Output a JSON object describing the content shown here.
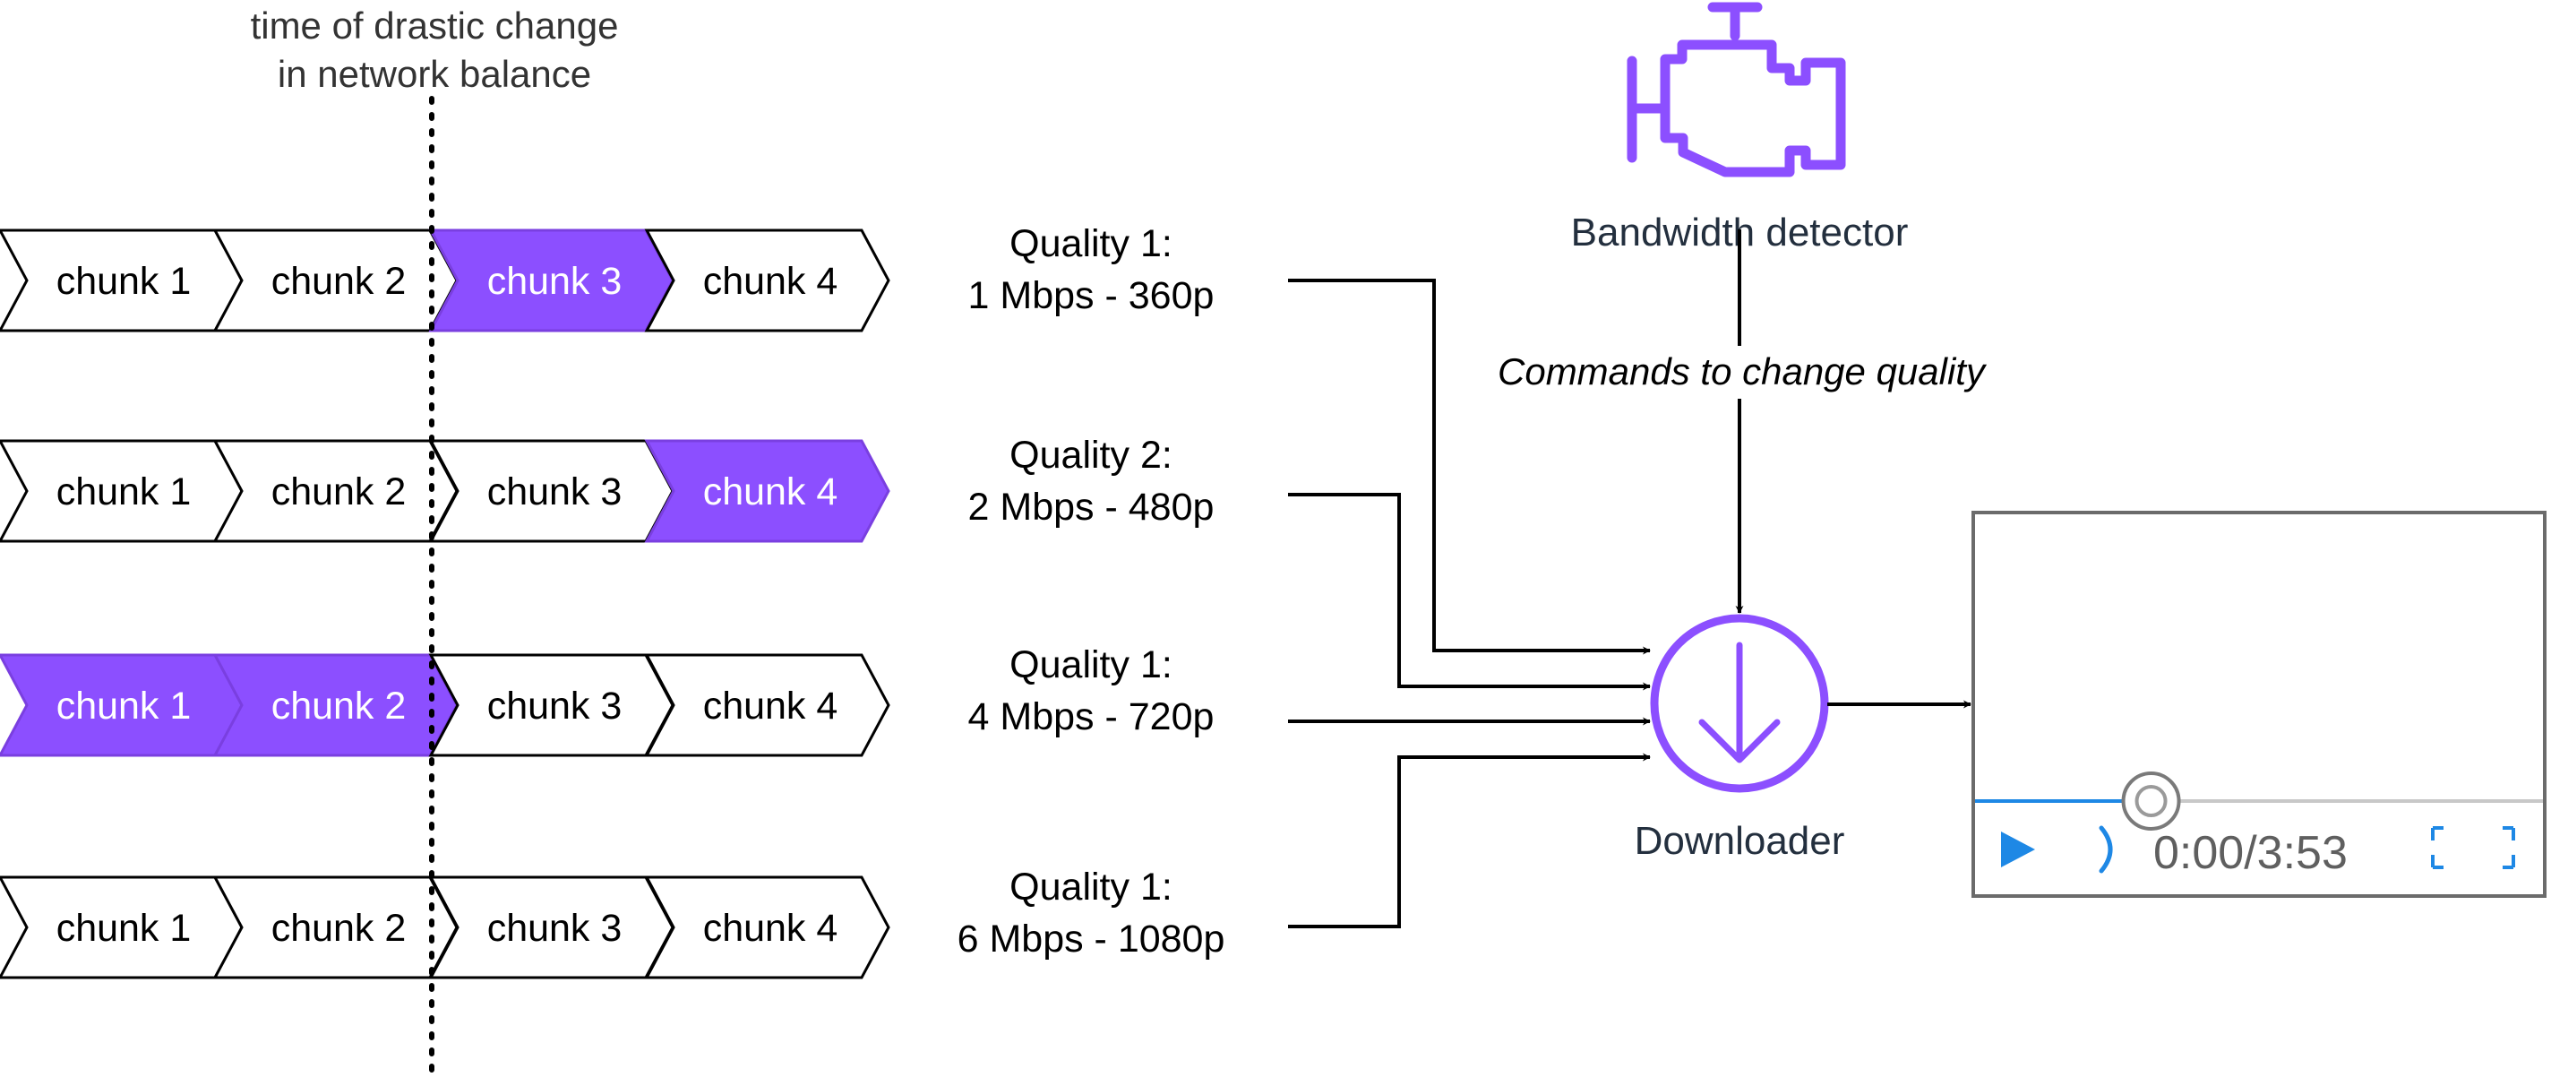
{
  "annotation": {
    "line1": "time of drastic change",
    "line2": "in network balance"
  },
  "colors": {
    "accent": "#8C4FFF",
    "stroke": "#000000",
    "text_dark": "#232F3E",
    "player_blue": "#1E88E5",
    "player_gray": "#5F5F5F"
  },
  "streams": [
    {
      "quality_line1": "Quality 1:",
      "quality_line2": "1 Mbps - 360p",
      "chunks": [
        {
          "label": "chunk 1",
          "highlighted": false
        },
        {
          "label": "chunk 2",
          "highlighted": false
        },
        {
          "label": "chunk 3",
          "highlighted": true
        },
        {
          "label": "chunk 4",
          "highlighted": false
        }
      ]
    },
    {
      "quality_line1": "Quality 2:",
      "quality_line2": "2 Mbps - 480p",
      "chunks": [
        {
          "label": "chunk 1",
          "highlighted": false
        },
        {
          "label": "chunk 2",
          "highlighted": false
        },
        {
          "label": "chunk 3",
          "highlighted": false
        },
        {
          "label": "chunk 4",
          "highlighted": true
        }
      ]
    },
    {
      "quality_line1": "Quality 1:",
      "quality_line2": "4 Mbps - 720p",
      "chunks": [
        {
          "label": "chunk 1",
          "highlighted": true
        },
        {
          "label": "chunk 2",
          "highlighted": true
        },
        {
          "label": "chunk 3",
          "highlighted": false
        },
        {
          "label": "chunk 4",
          "highlighted": false
        }
      ]
    },
    {
      "quality_line1": "Quality 1:",
      "quality_line2": "6 Mbps - 1080p",
      "chunks": [
        {
          "label": "chunk 1",
          "highlighted": false
        },
        {
          "label": "chunk 2",
          "highlighted": false
        },
        {
          "label": "chunk 3",
          "highlighted": false
        },
        {
          "label": "chunk 4",
          "highlighted": false
        }
      ]
    }
  ],
  "bandwidth_detector": {
    "label": "Bandwidth detector",
    "icon": "engine-icon"
  },
  "commands_label": "Commands to change quality",
  "downloader": {
    "label": "Downloader",
    "icon": "download-arrow-icon"
  },
  "player": {
    "time_display": "0:00/3:53",
    "progress_fraction": 0.31,
    "play_icon": "play-icon",
    "volume_icon": "volume-icon",
    "fullscreen_icon": "fullscreen-icon"
  }
}
